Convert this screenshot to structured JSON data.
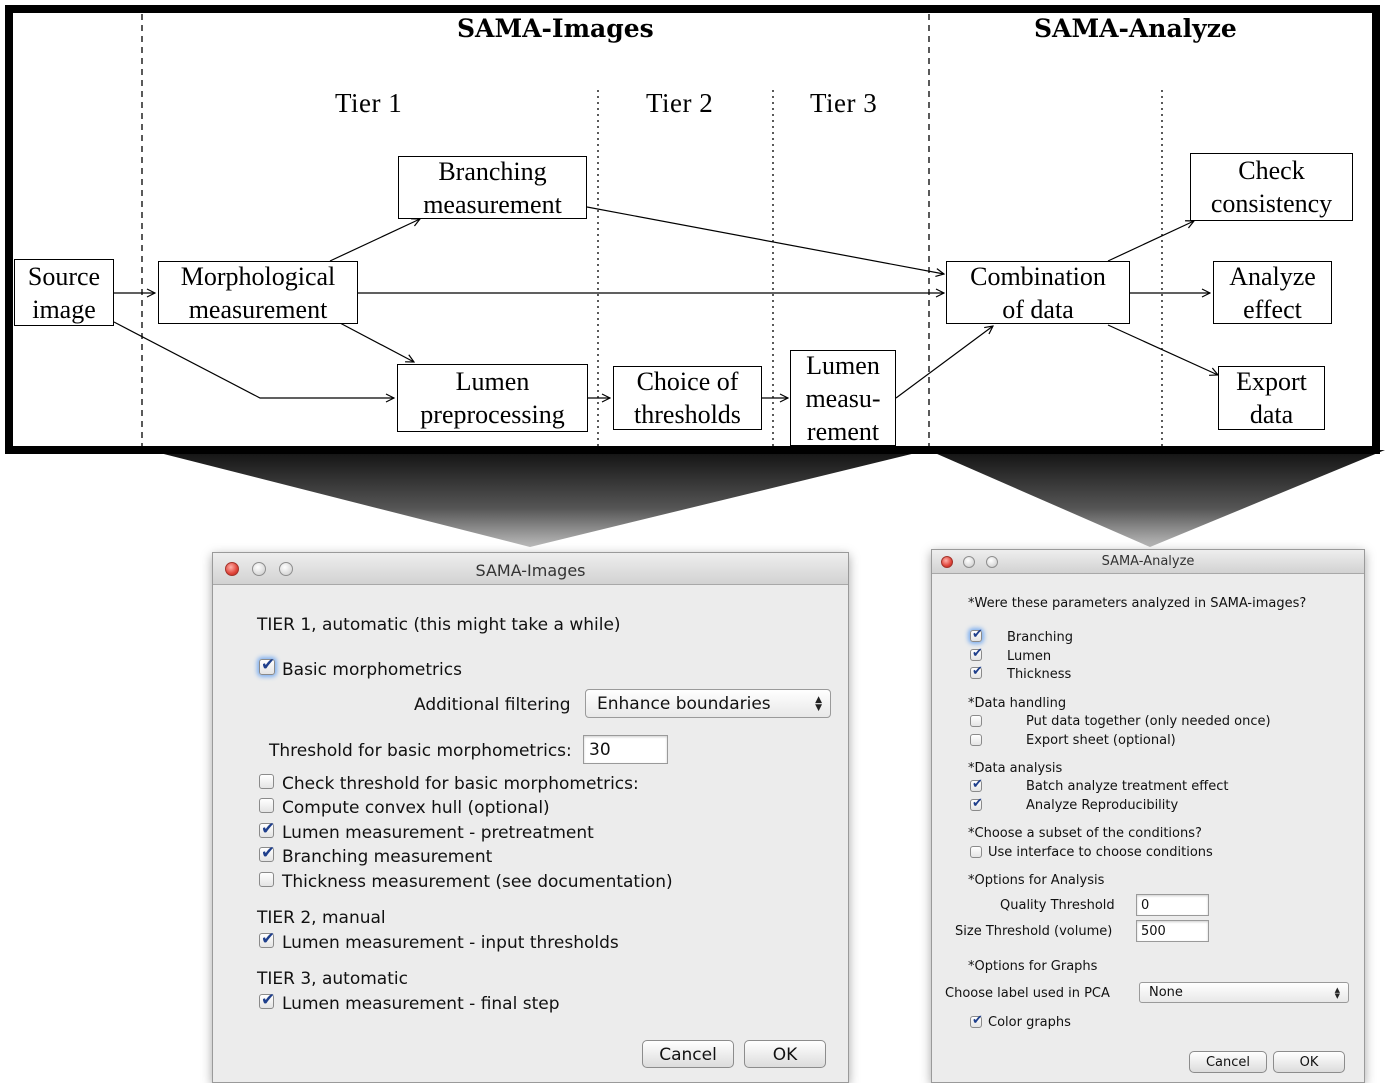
{
  "diagram": {
    "sections": {
      "images": "SAMA-Images",
      "analyze": "SAMA-Analyze"
    },
    "tiers": {
      "t1": "Tier 1",
      "t2": "Tier 2",
      "t3": "Tier 3"
    },
    "nodes": {
      "source": [
        "Source",
        "image"
      ],
      "morph": [
        "Morphological",
        "measurement"
      ],
      "branch": [
        "Branching",
        "measurement"
      ],
      "lumen_pre": [
        "Lumen",
        "preprocessing"
      ],
      "choice": [
        "Choice of",
        "thresholds"
      ],
      "lumen_meas": [
        "Lumen",
        "measu-",
        "rement"
      ],
      "combo": [
        "Combination",
        "of data"
      ],
      "check": [
        "Check",
        "consistency"
      ],
      "effect": [
        "Analyze",
        "effect"
      ],
      "export": [
        "Export",
        "data"
      ]
    }
  },
  "images_dialog": {
    "title": "SAMA-Images",
    "tier1_heading": "TIER 1, automatic (this might take a while)",
    "basic_morph": {
      "label": "Basic morphometrics",
      "checked": true
    },
    "filter_label": "Additional filtering",
    "filter_value": "Enhance boundaries",
    "threshold_label": "Threshold for basic morphometrics:",
    "threshold_value": "30",
    "options": [
      {
        "label": "Check threshold for basic morphometrics:",
        "checked": false
      },
      {
        "label": "Compute convex hull (optional)",
        "checked": false
      },
      {
        "label": "Lumen measurement - pretreatment",
        "checked": true
      },
      {
        "label": "Branching measurement",
        "checked": true
      },
      {
        "label": "Thickness measurement (see documentation)",
        "checked": false
      }
    ],
    "tier2_heading": "TIER 2, manual",
    "tier2_option": {
      "label": "Lumen measurement - input thresholds",
      "checked": true
    },
    "tier3_heading": "TIER 3, automatic",
    "tier3_option": {
      "label": "Lumen measurement - final step",
      "checked": true
    },
    "cancel": "Cancel",
    "ok": "OK"
  },
  "analyze_dialog": {
    "title": "SAMA-Analyze",
    "q_analyzed": "*Were these parameters analyzed in SAMA-images?",
    "params": [
      {
        "label": "Branching",
        "checked": true
      },
      {
        "label": "Lumen",
        "checked": true
      },
      {
        "label": "Thickness",
        "checked": true
      }
    ],
    "data_handling": "*Data handling",
    "handling_opts": [
      {
        "label": "Put data together (only needed once)",
        "checked": false
      },
      {
        "label": "Export sheet (optional)",
        "checked": false
      }
    ],
    "data_analysis": "*Data analysis",
    "analysis_opts": [
      {
        "label": "Batch analyze treatment effect",
        "checked": true
      },
      {
        "label": "Analyze Reproducibility",
        "checked": true
      }
    ],
    "subset_heading": "*Choose a subset of the conditions?",
    "subset_opt": {
      "label": "Use interface to choose conditions",
      "checked": false
    },
    "options_analysis": "*Options for Analysis",
    "quality_label": "Quality Threshold",
    "quality_value": "0",
    "size_label": "Size Threshold (volume)",
    "size_value": "500",
    "options_graphs": "*Options for Graphs",
    "pca_label": "Choose label used in PCA",
    "pca_value": "None",
    "color_graphs": {
      "label": "Color graphs",
      "checked": true
    },
    "cancel": "Cancel",
    "ok": "OK"
  }
}
